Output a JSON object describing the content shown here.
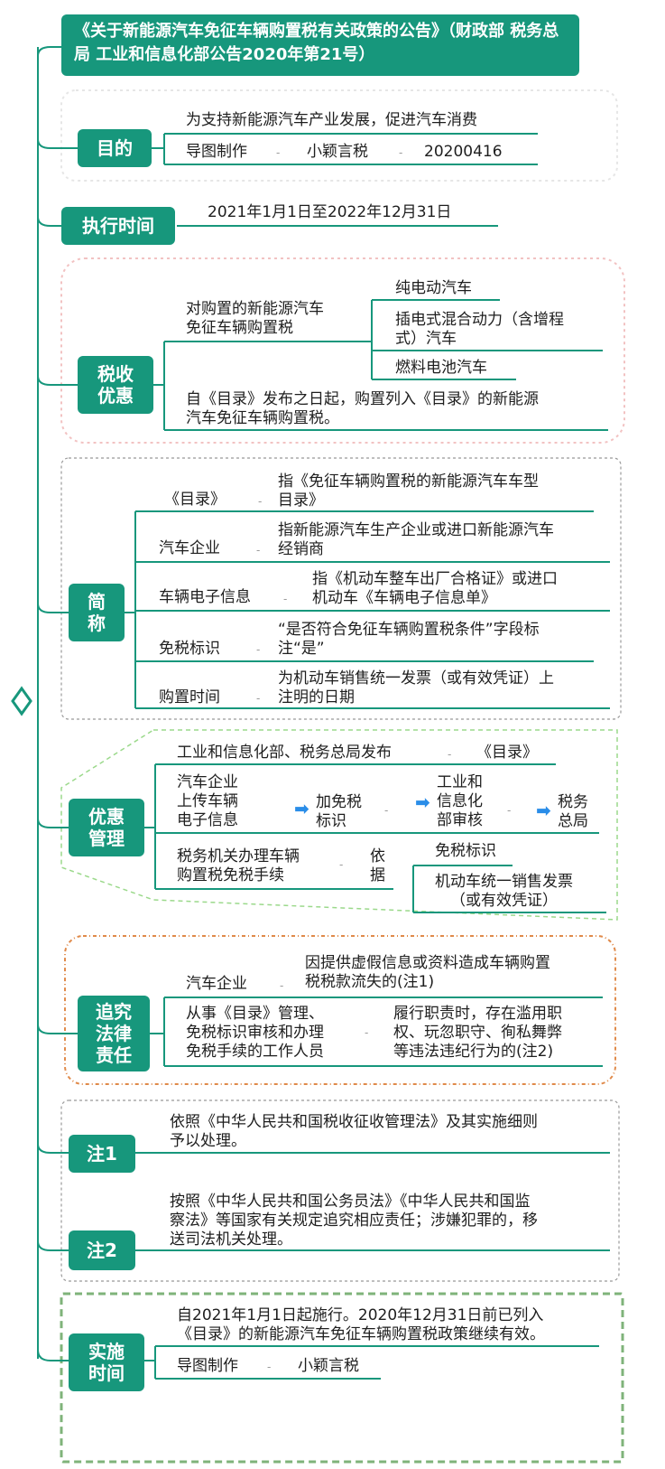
{
  "title": "《关于新能源汽车免征车辆购置税有关政策的公告》（财政部 税务总局 工业和信息化部公告2020年第21号）",
  "purpose": {
    "label": "目的",
    "text": "为支持新能源汽车产业发展，促进汽车消费",
    "credit": [
      "导图制作",
      "小颖言税",
      "20200416"
    ]
  },
  "period": {
    "label": "执行时间",
    "text": "2021年1月1日至2022年12月31日"
  },
  "tax_benefit": {
    "label": "税收\n优惠",
    "exempt": "对购置的新能源汽车\n免征车辆购置税",
    "types": [
      "纯电动汽车",
      "插电式混合动力（含增程\n式）汽车",
      "燃料电池汽车"
    ],
    "catalog_note": "自《目录》发布之日起，购置列入《目录》的新能源\n汽车免征车辆购置税。"
  },
  "abbr": {
    "label": "简\n称",
    "items": [
      {
        "term": "《目录》",
        "def": "指《免征车辆购置税的新能源汽车车型\n目录》"
      },
      {
        "term": "汽车企业",
        "def": "指新能源汽车生产企业或进口新能源汽车\n经销商"
      },
      {
        "term": "车辆电子信息",
        "def": "指《机动车整车出厂合格证》或进口\n机动车《车辆电子信息单》"
      },
      {
        "term": "免税标识",
        "def": "“是否符合免征车辆购置税条件”字段标\n注“是”"
      },
      {
        "term": "购置时间",
        "def": "为机动车销售统一发票（或有效凭证）上\n注明的日期"
      }
    ]
  },
  "mgmt": {
    "label": "优惠\n管理",
    "publish": "工业和信息化部、税务总局发布",
    "catalog": "《目录》",
    "flow": [
      "汽车企业\n上传车辆\n电子信息",
      "加免税\n标识",
      "工业和\n信息化\n部审核",
      "税务\n总局"
    ],
    "handle": "税务机关办理车辆\n购置税免税手续",
    "basis": "依\n据",
    "docs": [
      "免税标识",
      "机动车统一销售发票\n（或有效凭证）"
    ]
  },
  "liability": {
    "label": "追究\n法律\n责任",
    "rows": [
      {
        "who": "汽车企业",
        "what": "因提供虚假信息或资料造成车辆购置\n税税款流失的(注1)"
      },
      {
        "who": "从事《目录》管理、\n免税标识审核和办理\n免税手续的工作人员",
        "what": "履行职责时，存在滥用职\n权、玩忽职守、徇私舞弊\n等违法违纪行为的(注2)"
      }
    ]
  },
  "note1": {
    "label": "注1",
    "text": "依照《中华人民共和国税收征收管理法》及其实施细则\n予以处理。"
  },
  "note2": {
    "label": "注2",
    "text": "按照《中华人民共和国公务员法》《中华人民共和国监\n察法》等国家有关规定追究相应责任；涉嫌犯罪的，移\n送司法机关处理。"
  },
  "effective": {
    "label": "实施\n时间",
    "text": "自2021年1月1日起施行。2020年12月31日前已列入\n《目录》的新能源汽车免征车辆购置税政策继续有效。",
    "credit": [
      "导图制作",
      "小颖言税"
    ]
  },
  "colors": {
    "primary": "#17977c",
    "dash_red": "#f2c2c2",
    "dash_green": "#9bd98b",
    "dash_orange": "#e08a4a",
    "dash_gray": "#999999",
    "arrow": "#2a8de8"
  },
  "icons": {
    "collapse_toggle": "diamond-icon",
    "flow_arrow": "arrow-right-icon"
  }
}
